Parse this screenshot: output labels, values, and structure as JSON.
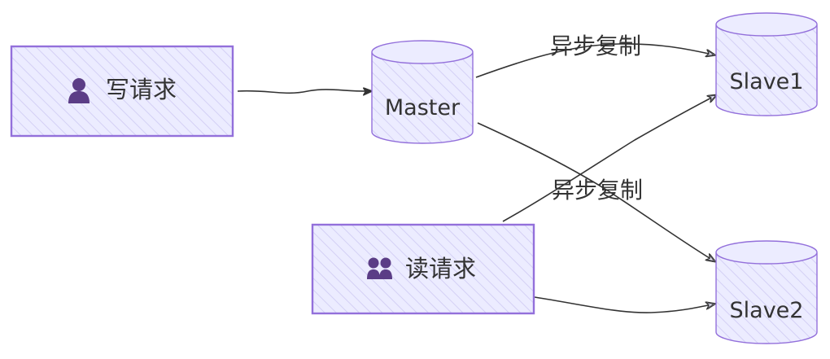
{
  "nodes": {
    "write_request": {
      "label": "写请求",
      "icon": "user-icon"
    },
    "read_request": {
      "label": "读请求",
      "icon": "users-icon"
    },
    "master": {
      "label": "Master"
    },
    "slave1": {
      "label": "Slave1"
    },
    "slave2": {
      "label": "Slave2"
    }
  },
  "edges": {
    "write_to_master": {
      "label": ""
    },
    "master_to_slave1": {
      "label": "异步复制"
    },
    "master_to_slave2": {
      "label": "异步复制"
    },
    "read_to_slave1": {
      "label": ""
    },
    "read_to_slave2": {
      "label": ""
    }
  },
  "colors": {
    "node_fill": "#ECECFF",
    "node_stroke": "#9370DB",
    "edge": "#333333",
    "text": "#333333",
    "icon": "#5b3d86"
  }
}
